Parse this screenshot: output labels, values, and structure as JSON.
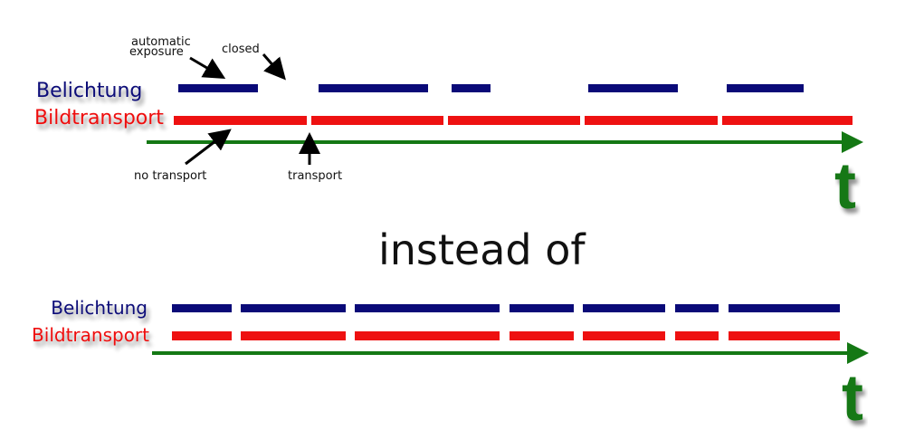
{
  "top_diagram": {
    "row_labels": {
      "exposure": "Belichtung",
      "transport": "Bildtransport"
    },
    "annotations": {
      "automatic_exposure": [
        "automatic",
        "exposure"
      ],
      "closed": "closed",
      "no_transport": "no transport",
      "transport": "transport"
    },
    "axis_label": "t"
  },
  "separator_text": "instead of",
  "bottom_diagram": {
    "row_labels": {
      "exposure": "Belichtung",
      "transport": "Bildtransport"
    },
    "axis_label": "t"
  },
  "colors": {
    "exposure": "#0a0a78",
    "transport": "#ee1111",
    "axis": "#147814"
  }
}
